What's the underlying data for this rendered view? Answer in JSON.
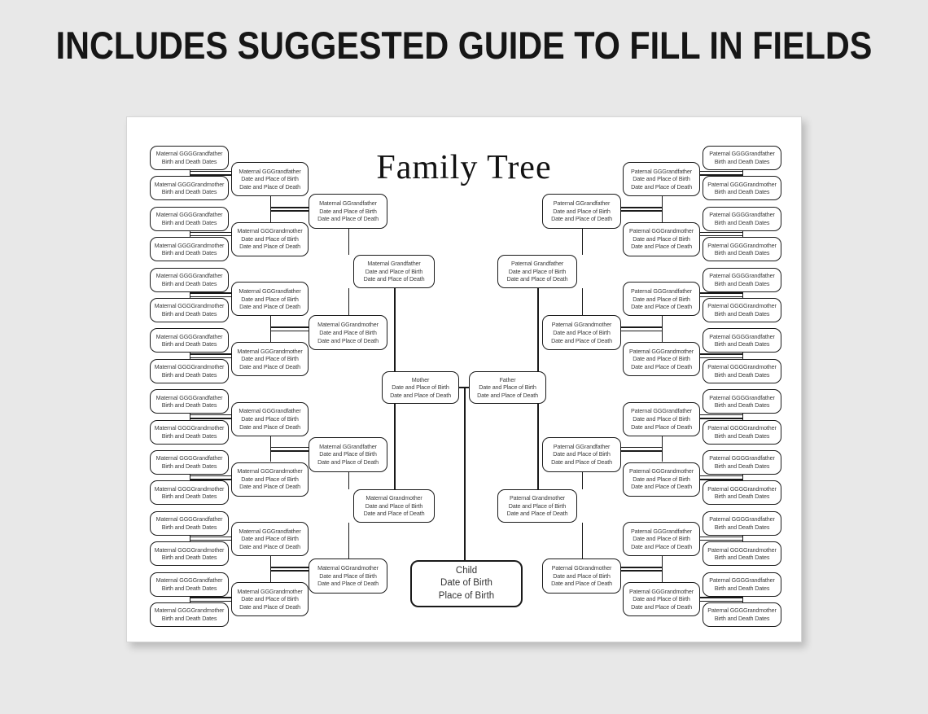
{
  "header_title": "INCLUDES SUGGESTED GUIDE TO FILL IN FIELDS",
  "chart_title": "Family Tree",
  "guides": {
    "short": "Birth and Death Dates",
    "birth": "Date and Place of Birth",
    "death": "Date and Place of Death"
  },
  "child": {
    "label": "Child",
    "line1": "Date of Birth",
    "line2": "Place of Birth"
  },
  "parents": {
    "mother": "Mother",
    "father": "Father"
  },
  "grandparents": {
    "maternal": [
      "Maternal Grandfather",
      "Maternal Grandmother"
    ],
    "paternal": [
      "Paternal Grandfather",
      "Paternal Grandmother"
    ]
  },
  "gg_grandparents": {
    "maternal": [
      "Maternal GGrandfather",
      "Maternal GGrandmother",
      "Maternal GGrandfather",
      "Maternal GGrandmother"
    ],
    "paternal": [
      "Paternal GGrandfather",
      "Paternal GGrandmother",
      "Paternal GGrandfather",
      "Paternal GGrandmother"
    ]
  },
  "ggg_grandparents": {
    "maternal": [
      "Maternal GGGrandfather",
      "Maternal GGGrandmother",
      "Maternal GGGrandfather",
      "Maternal GGGrandmother",
      "Maternal GGGrandfather",
      "Maternal GGGrandmother",
      "Maternal GGGrandfather",
      "Maternal GGGrandmother"
    ],
    "paternal": [
      "Paternal GGGrandfather",
      "Paternal GGGrandmother",
      "Paternal GGGrandfather",
      "Paternal GGGrandmother",
      "Paternal GGGrandfather",
      "Paternal GGGrandmother",
      "Paternal GGGrandfather",
      "Paternal GGGrandmother"
    ]
  },
  "gggg_grandparents": {
    "maternal": [
      "Maternal GGGGrandfather",
      "Maternal GGGGrandmother",
      "Maternal GGGGrandfather",
      "Maternal GGGGrandmother",
      "Maternal GGGGrandfather",
      "Maternal GGGGrandmother",
      "Maternal GGGGrandfather",
      "Maternal GGGGrandmother",
      "Maternal GGGGrandfather",
      "Maternal GGGGrandmother",
      "Maternal GGGGrandfather",
      "Maternal GGGGrandmother",
      "Maternal GGGGrandfather",
      "Maternal GGGGrandmother",
      "Maternal GGGGrandfather",
      "Maternal GGGGrandmother"
    ],
    "paternal": [
      "Paternal GGGGrandfather",
      "Paternal GGGGrandmother",
      "Paternal GGGGrandfather",
      "Paternal GGGGrandmother",
      "Paternal GGGGrandfather",
      "Paternal GGGGrandmother",
      "Paternal GGGGrandfather",
      "Paternal GGGGrandmother",
      "Paternal GGGGrandfather",
      "Paternal GGGGrandmother",
      "Paternal GGGGrandfather",
      "Paternal GGGGrandmother",
      "Paternal GGGGrandfather",
      "Paternal GGGGrandmother",
      "Paternal GGGGrandfather",
      "Paternal GGGGrandmother"
    ]
  },
  "colors": {
    "ink": "#1a1a1a",
    "page_bg": "#ffffff",
    "canvas_bg": "#e8e8e8",
    "box_text": "#3c3c3c"
  }
}
